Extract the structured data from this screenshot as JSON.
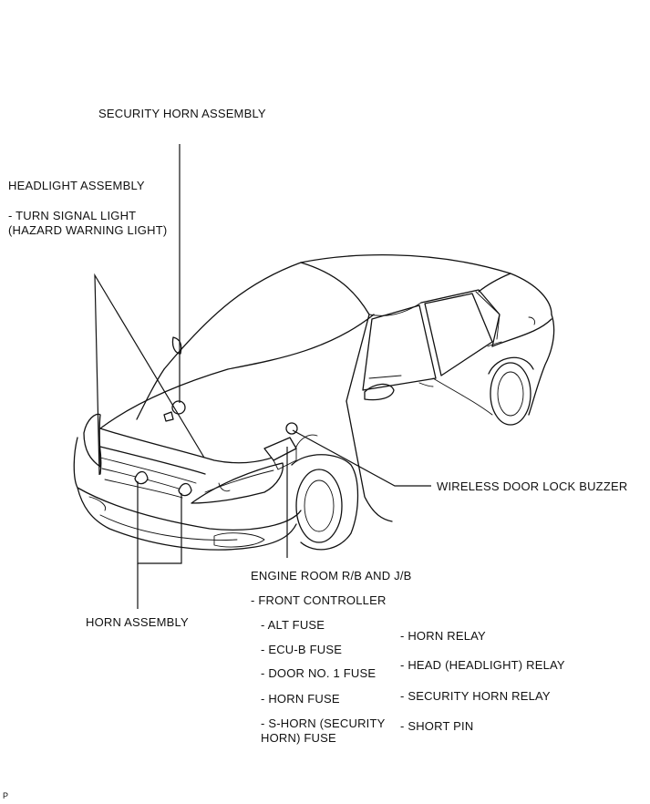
{
  "labels": {
    "security_horn": "SECURITY HORN ASSEMBLY",
    "headlight": "HEADLIGHT ASSEMBLY",
    "turn_signal_1": "- TURN SIGNAL LIGHT",
    "turn_signal_2": "(HAZARD WARNING LIGHT)",
    "wireless_buzzer": "WIRELESS DOOR LOCK BUZZER",
    "horn_assembly": "HORN ASSEMBLY",
    "engine_room": "ENGINE ROOM R/B AND J/B",
    "front_controller": "- FRONT CONTROLLER",
    "alt_fuse": "- ALT FUSE",
    "ecub_fuse": "- ECU-B FUSE",
    "door1_fuse": "- DOOR NO. 1 FUSE",
    "horn_fuse": "- HORN FUSE",
    "shorn_fuse_1": "- S-HORN (SECURITY",
    "shorn_fuse_2": "HORN) FUSE",
    "horn_relay": "- HORN RELAY",
    "head_relay": "- HEAD (HEADLIGHT) RELAY",
    "security_relay": "- SECURITY HORN RELAY",
    "short_pin": "- SHORT PIN",
    "corner_mark": "P"
  }
}
